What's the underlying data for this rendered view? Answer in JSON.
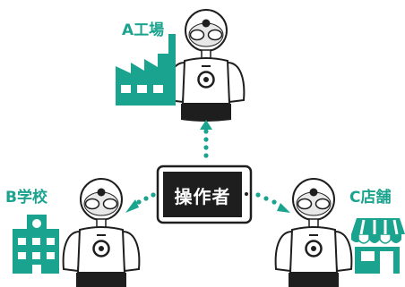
{
  "colors": {
    "accent": "#1aa38e",
    "robot_dark": "#1e1e1e",
    "robot_light": "#ffffff",
    "tablet": "#1e1e1e"
  },
  "nodes": {
    "top": {
      "label": "A工場",
      "icon": "factory-icon"
    },
    "left": {
      "label": "B学校",
      "icon": "school-icon"
    },
    "right": {
      "label": "C店舗",
      "icon": "store-icon"
    },
    "center": {
      "label": "操作者",
      "icon": "tablet-icon"
    }
  },
  "connections": [
    {
      "from": "center",
      "to": "top",
      "style": "dotted-arrow"
    },
    {
      "from": "center",
      "to": "left",
      "style": "dotted-arrow"
    },
    {
      "from": "center",
      "to": "right",
      "style": "dotted-arrow"
    }
  ]
}
